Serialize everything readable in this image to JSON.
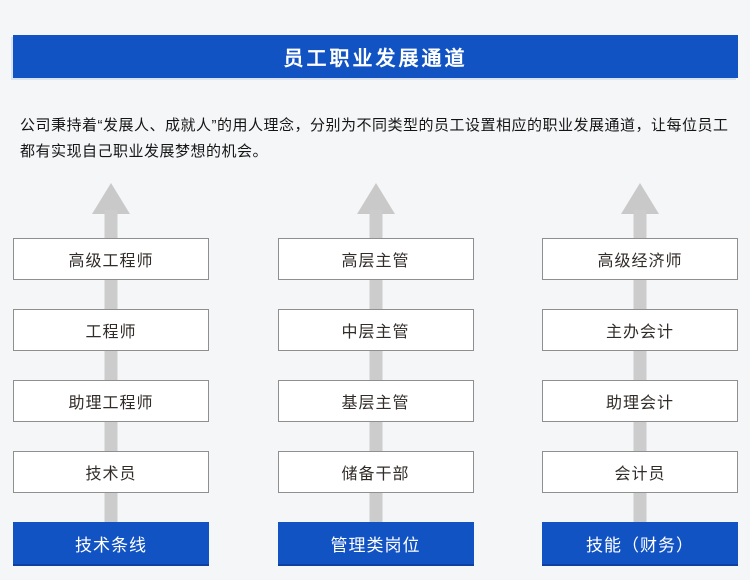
{
  "page": {
    "background_color": "#f5f6f8",
    "accent_color": "#1253c4",
    "arrow_color": "#cccccc"
  },
  "header": {
    "title": "员工职业发展通道"
  },
  "intro": {
    "text": "公司秉持着“发展人、成就人”的用人理念，分别为不同类型的员工设置相应的职业发展通道，让每位员工都有实现自己职业发展梦想的机会。"
  },
  "tracks": [
    {
      "name": "技术条线",
      "levels": [
        "高级工程师",
        "工程师",
        "助理工程师",
        "技术员"
      ]
    },
    {
      "name": "管理类岗位",
      "levels": [
        "高层主管",
        "中层主管",
        "基层主管",
        "储备干部"
      ]
    },
    {
      "name": "技能（财务）",
      "levels": [
        "高级经济师",
        "主办会计",
        "助理会计",
        "会计员"
      ]
    }
  ]
}
